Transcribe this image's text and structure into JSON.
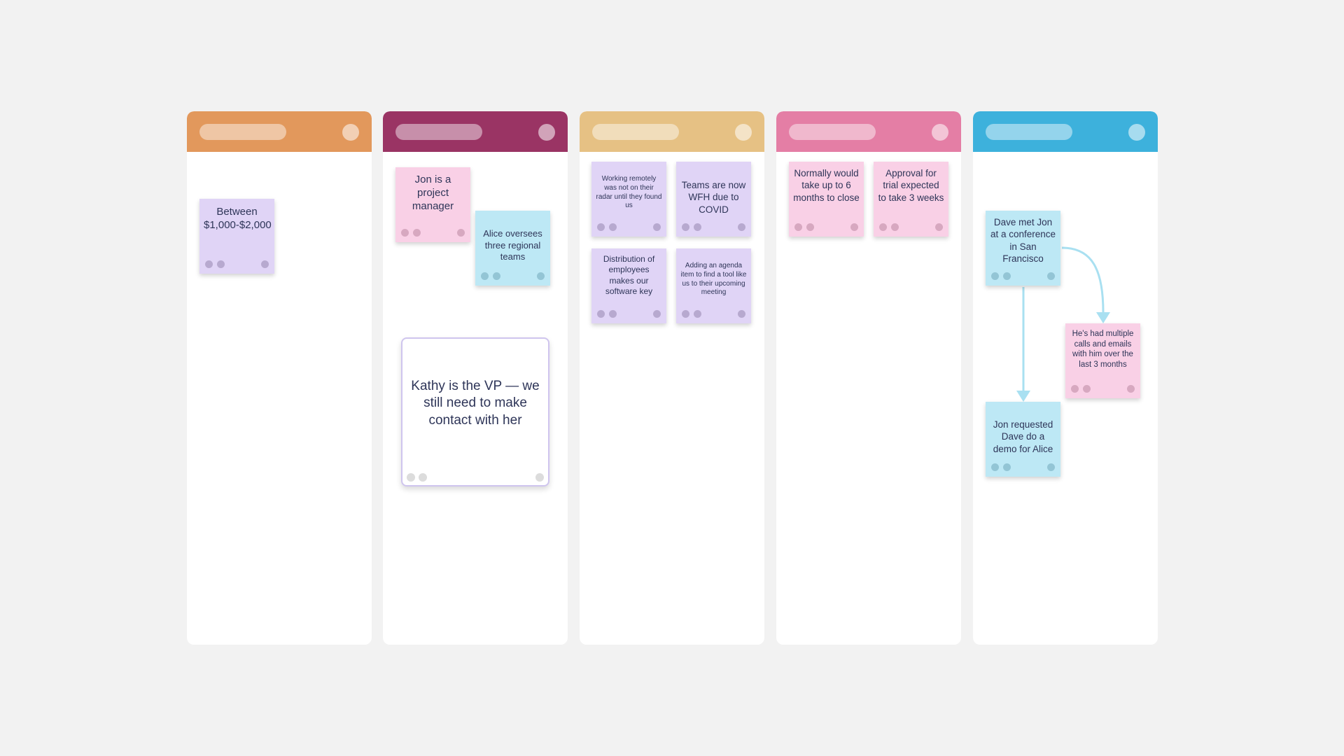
{
  "columns": [
    {
      "id": "col1",
      "color": "#e2985c"
    },
    {
      "id": "col2",
      "color": "#9a3464"
    },
    {
      "id": "col3",
      "color": "#e6c184"
    },
    {
      "id": "col4",
      "color": "#e47ea5"
    },
    {
      "id": "col5",
      "color": "#3db1dc"
    }
  ],
  "notes": {
    "budget": "Between $1,000-$2,000",
    "jon_pm": "Jon is a project manager",
    "alice": "Alice oversees three regional teams",
    "kathy": "Kathy is the VP — we still need to make contact with her",
    "remote": "Working remotely was not on their radar until they found us",
    "wfh": "Teams are now WFH due to COVID",
    "distribution": "Distribution of employees makes our software key",
    "agenda": "Adding an agenda item to find a tool like us to their upcoming meeting",
    "six_months": "Normally would take up to 6 months to close",
    "approval": "Approval for trial expected to take 3 weeks",
    "dave_met": "Dave met Jon at a conference in San Francisco",
    "calls": "He's had multiple calls and emails with him over the last 3 months",
    "demo": "Jon requested Dave do a demo for Alice"
  },
  "colors": {
    "background": "#f2f2f2",
    "sticky_purple": "#e0d4f6",
    "sticky_pink": "#f9d0e6",
    "sticky_blue": "#bde8f5",
    "connector": "#a9e0f1"
  }
}
